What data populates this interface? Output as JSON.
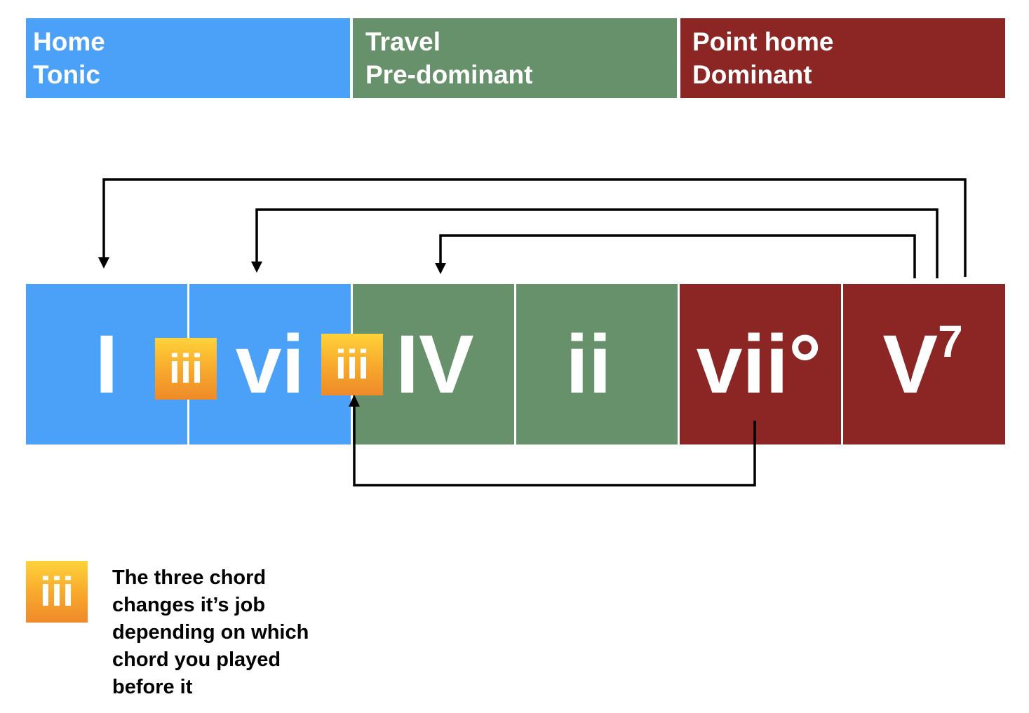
{
  "colors": {
    "tonic": "#4ba0f8",
    "predominant": "#66916b",
    "dominant": "#8b2624",
    "arrow": "#000000"
  },
  "headers": [
    {
      "line1": "Home",
      "line2": "Tonic",
      "function": "tonic"
    },
    {
      "line1": "Travel",
      "line2": "Pre-dominant",
      "function": "predominant"
    },
    {
      "line1": "Point home",
      "line2": "Dominant",
      "function": "dominant"
    }
  ],
  "chords": [
    {
      "label": "I",
      "sup": "",
      "function": "tonic"
    },
    {
      "label": "vi",
      "sup": "",
      "function": "tonic"
    },
    {
      "label": "IV",
      "sup": "",
      "function": "predominant"
    },
    {
      "label": "ii",
      "sup": "",
      "function": "predominant"
    },
    {
      "label": "vii°",
      "sup": "",
      "function": "dominant"
    },
    {
      "label": "V",
      "sup": "7",
      "function": "dominant"
    }
  ],
  "badge_label": "iii",
  "arrows": [
    {
      "from": "V",
      "to": "I"
    },
    {
      "from": "V",
      "to": "vi"
    },
    {
      "from": "V",
      "to": "IV"
    },
    {
      "from": "vii°",
      "to": "iii"
    }
  ],
  "legend": {
    "badge_label": "iii",
    "text": "The three chord changes it’s job depending on which chord you played before it"
  }
}
